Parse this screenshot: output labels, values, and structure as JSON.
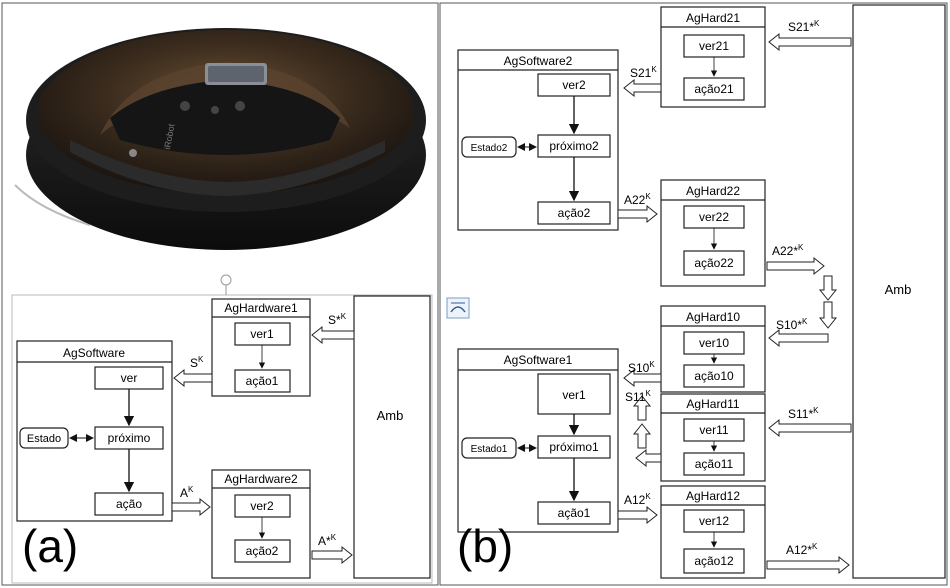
{
  "panel_a": {
    "label": "(a)",
    "agent_hw1": {
      "title": "AgHardware1",
      "see": "ver1",
      "action": "ação1"
    },
    "agent_sw": {
      "title": "AgSoftware",
      "see": "ver",
      "next": "próximo",
      "action": "ação",
      "state": "Estado"
    },
    "agent_hw2": {
      "title": "AgHardware2",
      "see": "ver2",
      "action": "ação2"
    },
    "env": "Amb",
    "arrows": {
      "s_star": "S*",
      "s": "S",
      "a": "A",
      "a_star": "A*",
      "sup": "K"
    }
  },
  "panel_b": {
    "label": "(b)",
    "env": "Amb",
    "hw21": {
      "title": "AgHard21",
      "see": "ver21",
      "action": "ação21"
    },
    "sw2": {
      "title": "AgSoftware2",
      "see": "ver2",
      "next": "próximo2",
      "action": "ação2",
      "state": "Estado2"
    },
    "hw22": {
      "title": "AgHard22",
      "see": "ver22",
      "action": "ação22"
    },
    "hw10": {
      "title": "AgHard10",
      "see": "ver10",
      "action": "ação10"
    },
    "sw1": {
      "title": "AgSoftware1",
      "see": "ver1",
      "next": "próximo1",
      "action": "ação1",
      "state": "Estado1"
    },
    "hw11": {
      "title": "AgHard11",
      "see": "ver11",
      "action": "ação11"
    },
    "hw12": {
      "title": "AgHard12",
      "see": "ver12",
      "action": "ação12"
    },
    "arrows": {
      "s21_star": "S21*",
      "s21": "S21",
      "a22": "A22",
      "a22_star": "A22*",
      "s10_star": "S10*",
      "s10": "S10",
      "s11": "S11",
      "s11_star": "S11*",
      "a12": "A12",
      "a12_star": "A12*",
      "sup": "K"
    }
  }
}
